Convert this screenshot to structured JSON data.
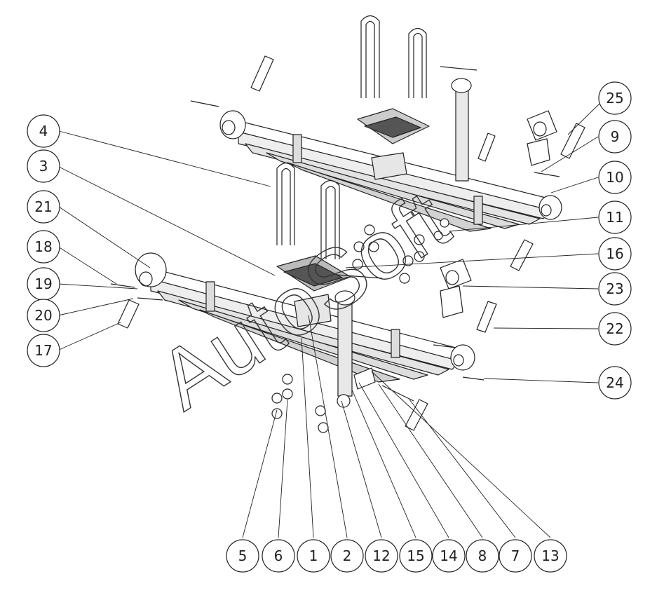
{
  "diagram": {
    "watermark": "AutoSoft",
    "callouts": [
      {
        "id": "4",
        "label": "4"
      },
      {
        "id": "3",
        "label": "3"
      },
      {
        "id": "21",
        "label": "21"
      },
      {
        "id": "18",
        "label": "18"
      },
      {
        "id": "19",
        "label": "19"
      },
      {
        "id": "20",
        "label": "20"
      },
      {
        "id": "17",
        "label": "17"
      },
      {
        "id": "25",
        "label": "25"
      },
      {
        "id": "9",
        "label": "9"
      },
      {
        "id": "10",
        "label": "10"
      },
      {
        "id": "11",
        "label": "11"
      },
      {
        "id": "16",
        "label": "16"
      },
      {
        "id": "23",
        "label": "23"
      },
      {
        "id": "22",
        "label": "22"
      },
      {
        "id": "24",
        "label": "24"
      },
      {
        "id": "5",
        "label": "5"
      },
      {
        "id": "6",
        "label": "6"
      },
      {
        "id": "1",
        "label": "1"
      },
      {
        "id": "2",
        "label": "2"
      },
      {
        "id": "12",
        "label": "12"
      },
      {
        "id": "15",
        "label": "15"
      },
      {
        "id": "14",
        "label": "14"
      },
      {
        "id": "8",
        "label": "8"
      },
      {
        "id": "7",
        "label": "7"
      },
      {
        "id": "13",
        "label": "13"
      }
    ]
  }
}
